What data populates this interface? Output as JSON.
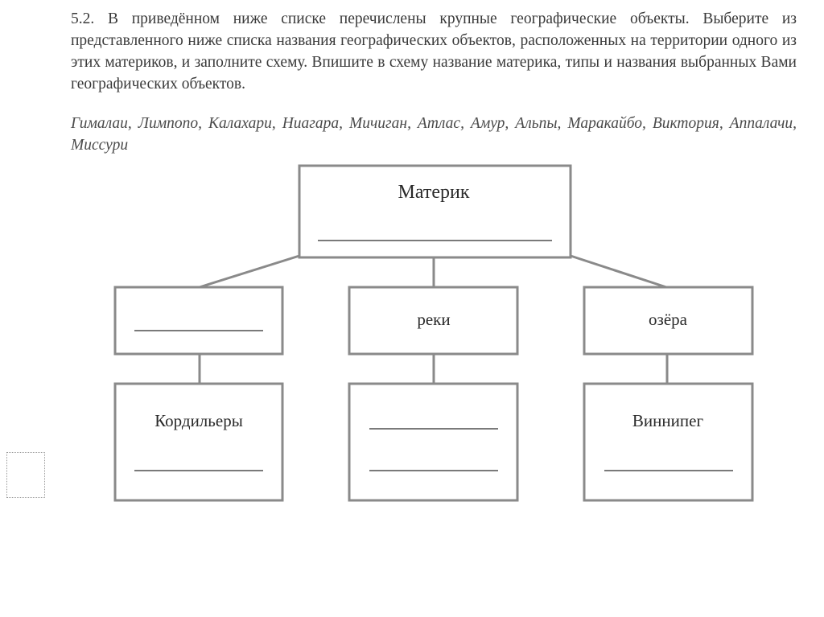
{
  "task": {
    "text": "5.2. В приведённом ниже списке перечислены крупные географические объекты. Выберите из представленного ниже списка названия географических объектов, расположенных на территории одного из этих материков, и заполните схему. Впишите в схему название материка, типы и названия выбранных Вами географических объектов.",
    "objects_text": "Гималаи, Лимпопо, Калахари, Ниагара, Мичиган, Атлас, Амур, Альпы, Маракайбо, Виктория, Аппалачи, Миссури"
  },
  "diagram": {
    "top_label": "Материк",
    "left_type_label": "",
    "middle_type_label": "реки",
    "right_type_label": "озёра",
    "left_object_label": "Кордильеры",
    "middle_object_label": "",
    "right_object_label": "Виннипег"
  }
}
